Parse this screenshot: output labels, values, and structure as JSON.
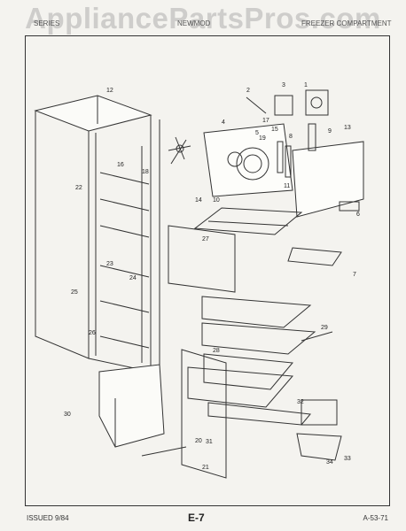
{
  "watermark": "AppliancePartsPros.com",
  "header": {
    "left": "SERIES",
    "middle": "NEWMOD",
    "right": "FREEZER COMPARTMENT"
  },
  "footer": {
    "issued": "ISSUED 9/84",
    "page": "E-7",
    "code": "A-53-71"
  },
  "callouts": [
    "1",
    "2",
    "3",
    "4",
    "5",
    "6",
    "7",
    "8",
    "9",
    "10",
    "11",
    "12",
    "13",
    "14",
    "15",
    "16",
    "17",
    "18",
    "19",
    "20",
    "21",
    "22",
    "23",
    "24",
    "25",
    "26",
    "27",
    "28",
    "29",
    "30",
    "31",
    "32",
    "33",
    "34"
  ],
  "line_color": "#333333"
}
